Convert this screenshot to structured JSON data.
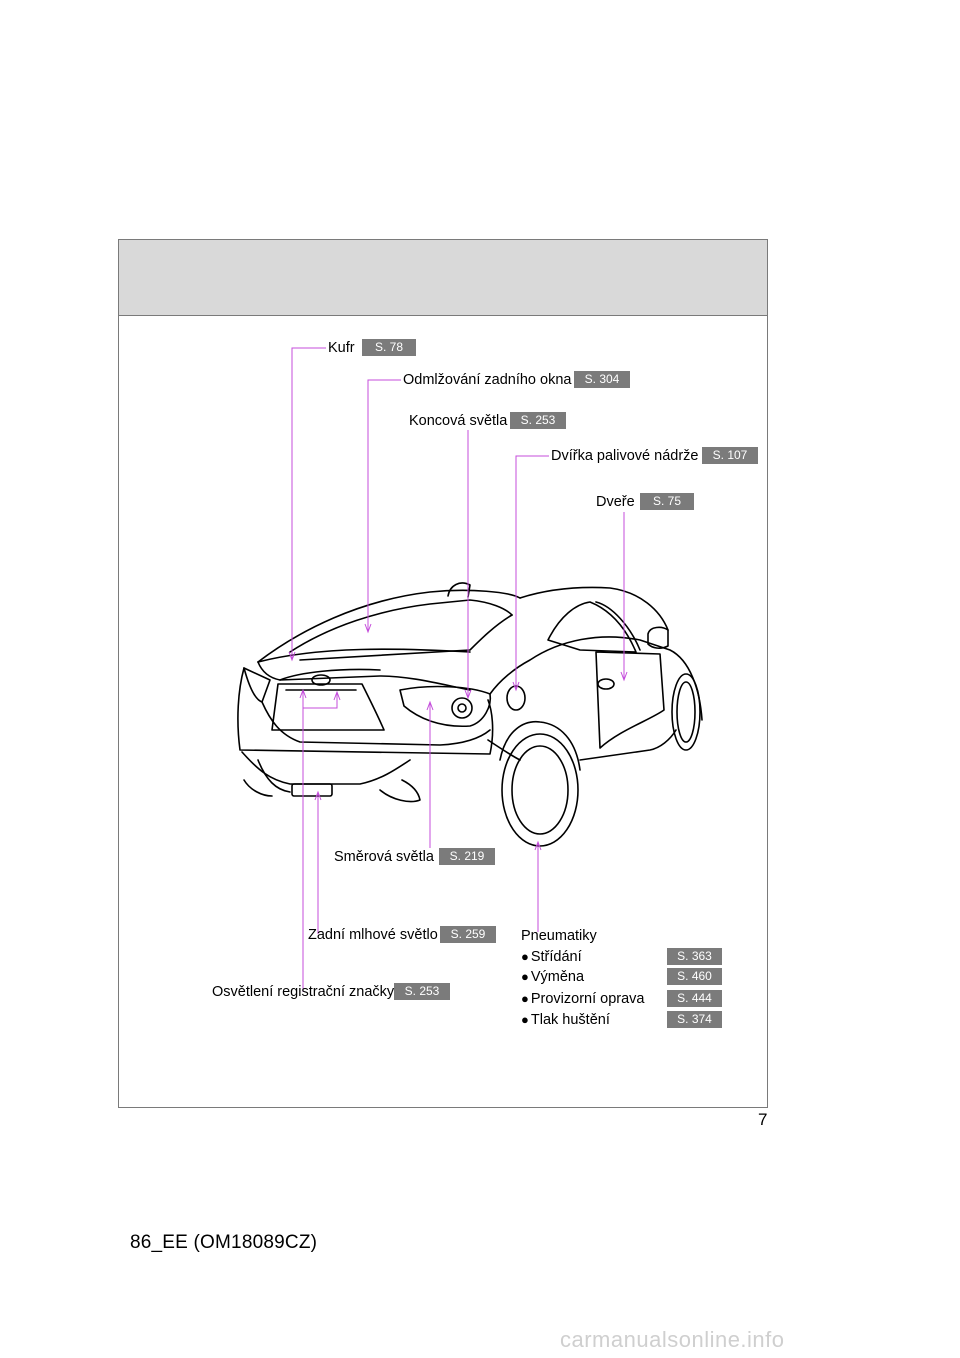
{
  "page": {
    "number": "7",
    "footer": "86_EE (OM18089CZ)",
    "watermark": "carmanualsonline.info"
  },
  "labels": {
    "kufr": {
      "text": "Kufr",
      "ref": "S. 78"
    },
    "odmlzovani": {
      "text": "Odmlžování zadního okna",
      "ref": "S. 304"
    },
    "koncova": {
      "text": "Koncová světla",
      "ref": "S. 253"
    },
    "dvirka": {
      "text": "Dvířka palivové nádrže",
      "ref": "S. 107"
    },
    "dvere": {
      "text": "Dveře",
      "ref": "S. 75"
    },
    "smerova": {
      "text": "Směrová světla",
      "ref": "S. 219"
    },
    "mlhove": {
      "text": "Zadní mlhové světlo",
      "ref": "S. 259"
    },
    "osvetleni": {
      "text": "Osvětlení registrační značky",
      "ref": "S. 253"
    }
  },
  "tires": {
    "title": "Pneumatiky",
    "items": [
      {
        "text": "Střídání",
        "ref": "S. 363"
      },
      {
        "text": "Výměna",
        "ref": "S. 460"
      },
      {
        "text": "Provizorní oprava",
        "ref": "S. 444"
      },
      {
        "text": "Tlak huštění",
        "ref": "S. 374"
      }
    ]
  },
  "colors": {
    "leader": "#c44ddb",
    "tag_bg": "#7b7b7b",
    "header_bg": "#d9d9d9"
  }
}
